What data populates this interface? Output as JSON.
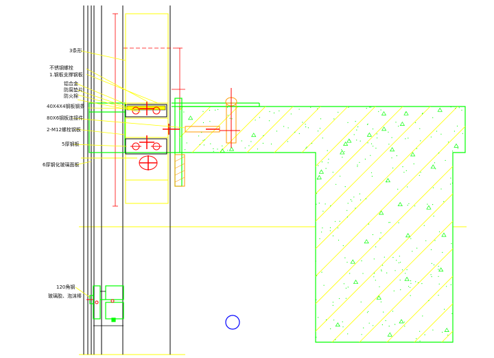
{
  "drawing": {
    "colors": {
      "background": "#ffffff",
      "concrete": "#00ff00",
      "hatch": "#ffff00",
      "structure": "#000000",
      "hardware": "#ff0000",
      "leader": "#ffff00",
      "cursor": "#0000ff"
    },
    "labels": [
      "3条形",
      "不锈钢螺栓",
      "1.钢板支撑钢板",
      "铝合金",
      "防腐垫片",
      "防火棉",
      "40X4X4钢板钢条",
      "80X6钢板连接件",
      "2-M12螺栓钢板",
      "5厚钢板",
      "6厚钢化玻璃面板",
      "120角钢",
      "玻璃胶、泡沫棒"
    ]
  }
}
